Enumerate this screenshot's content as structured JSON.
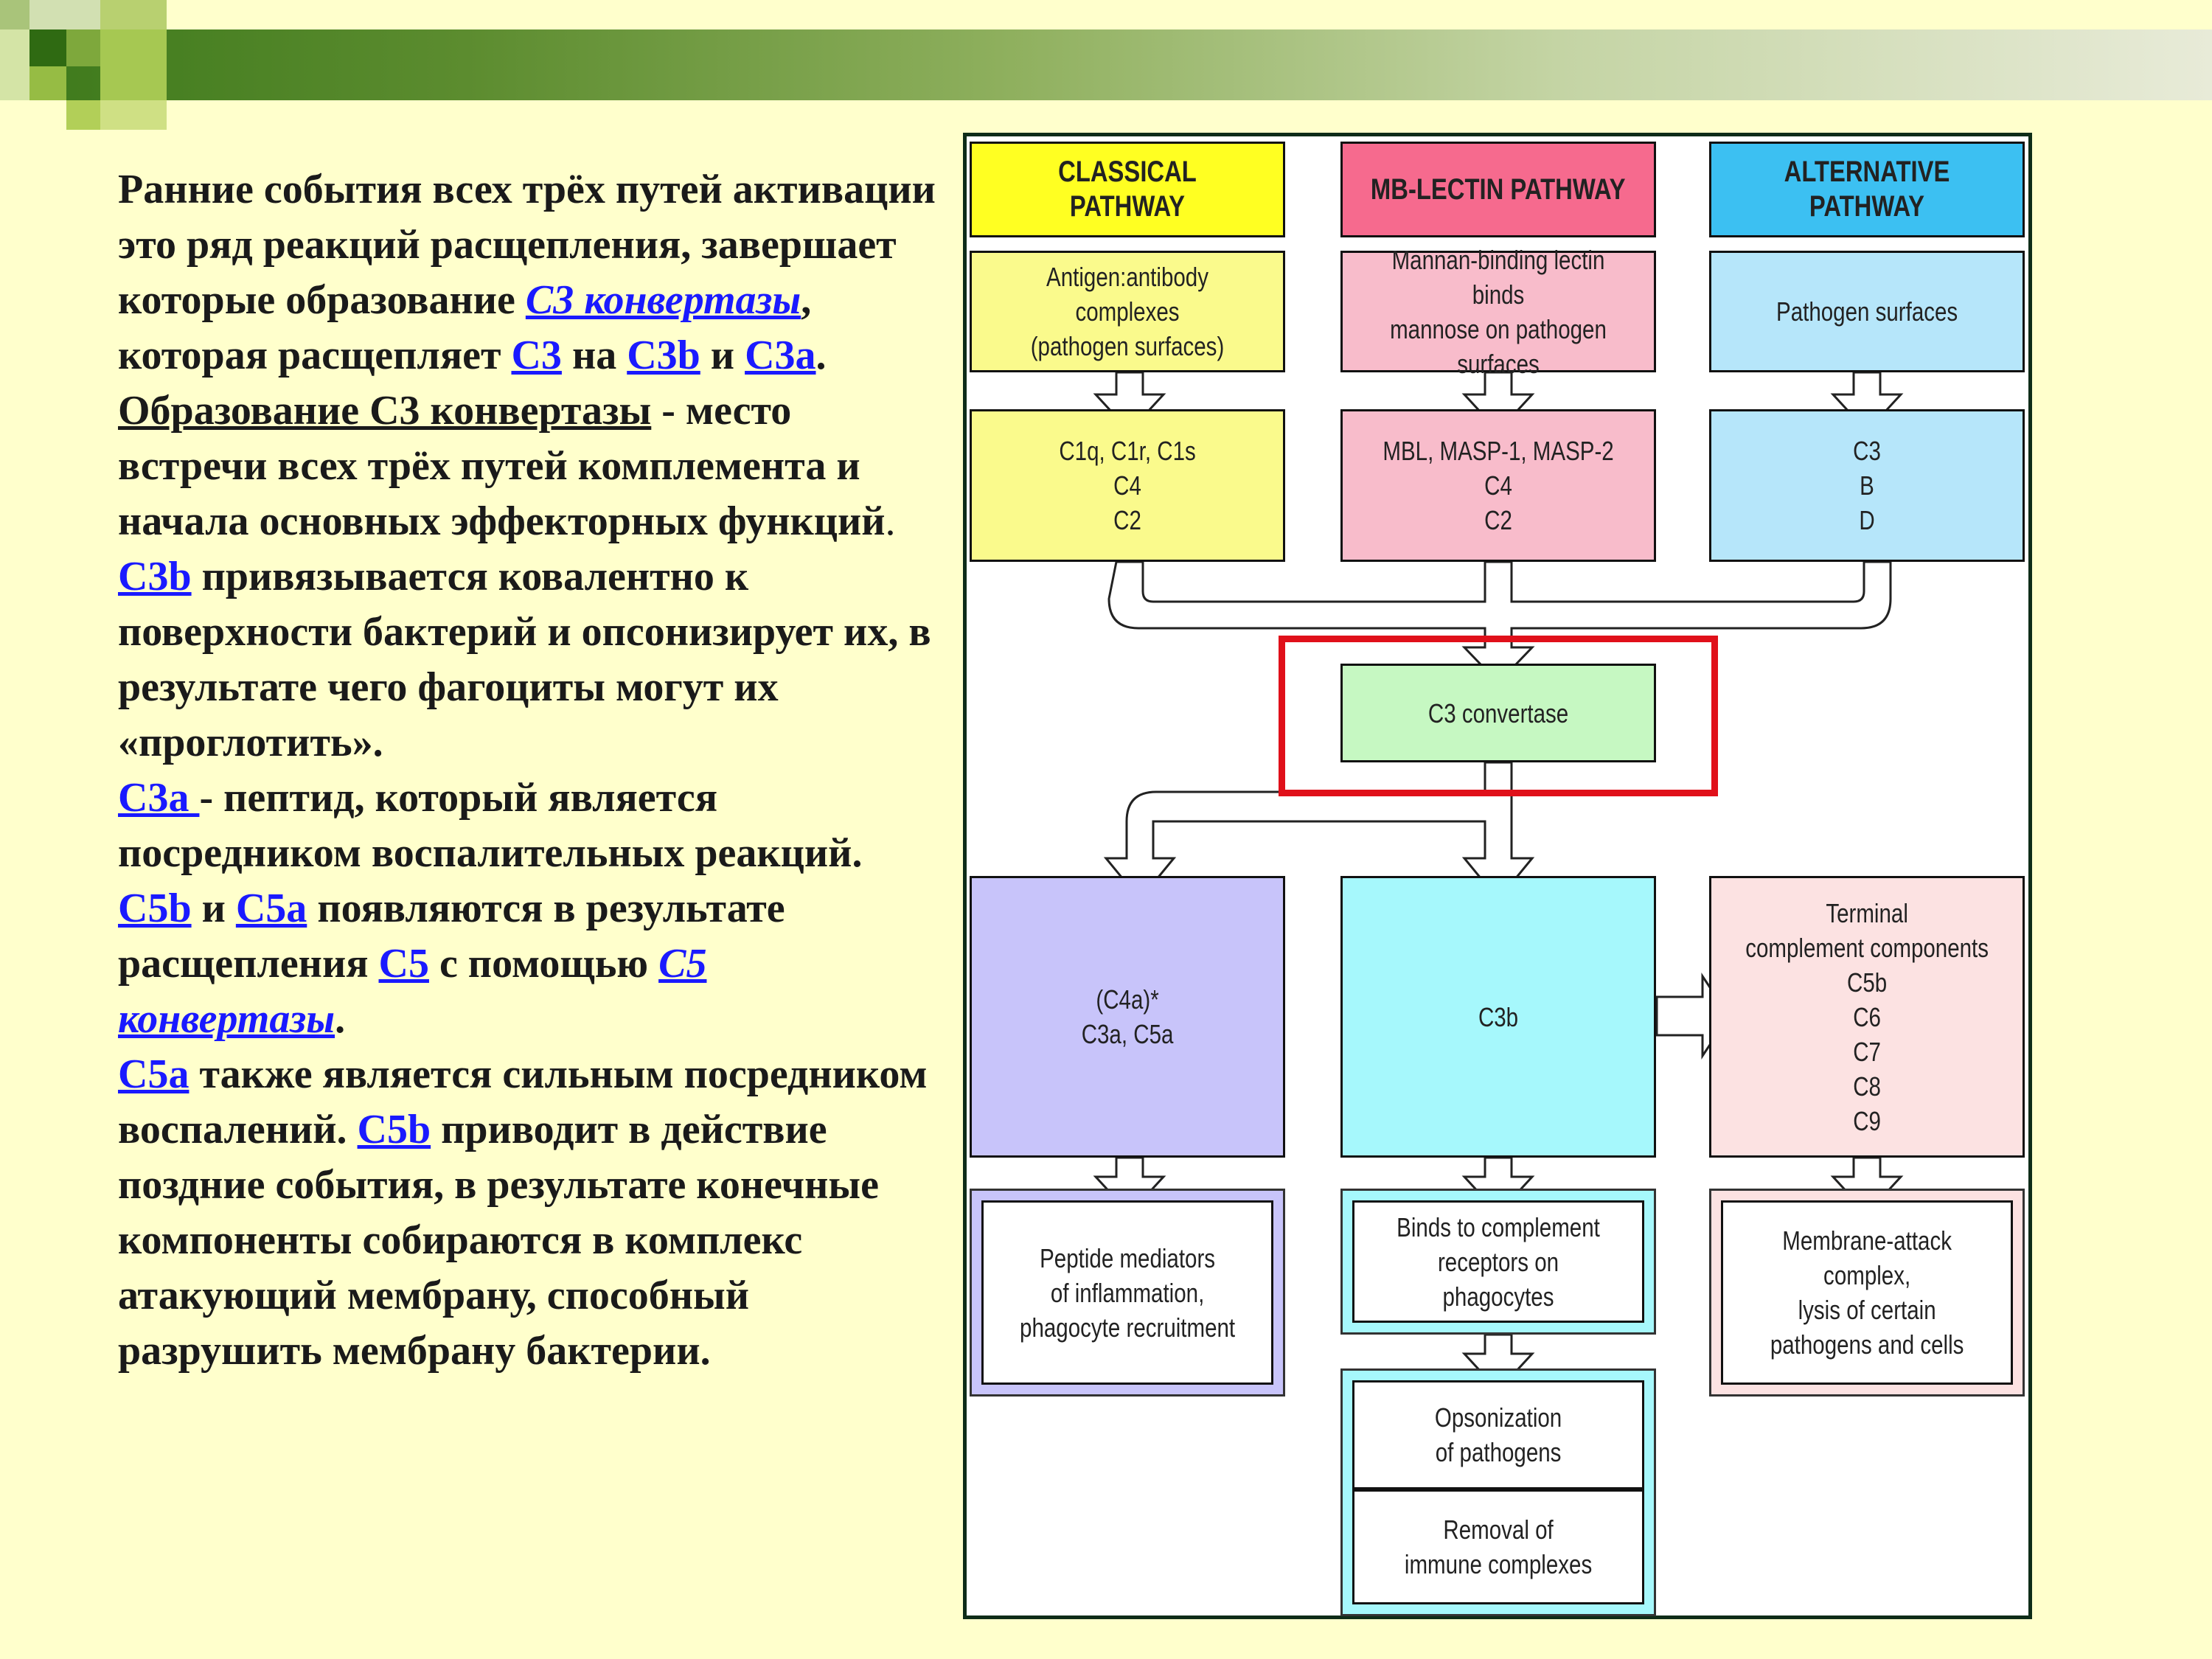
{
  "colors": {
    "background": "#ffffcc",
    "header_green": "#3e7a1c",
    "link": "#1a1aff",
    "highlight": "#e0101a",
    "classical": "#ffff22",
    "lectin": "#f66a8e",
    "alternative": "#3cc0f2"
  },
  "text": {
    "p1_a": "Ранние события всех трёх путей активации это ряд реакций расщепления, завершает которые образование ",
    "p1_link_c3conv": "С3 конвертазы",
    "p1_b": ", которая расщепляет ",
    "p1_link_c3": "С3",
    "p1_c": " на ",
    "p1_link_c3b": "С3b",
    "p1_d": " и ",
    "p1_link_c3a": "С3a",
    "p1_e": ".",
    "p2_und": "Образование С3 конвертазы",
    "p2_b": " - место встречи всех трёх путей комплемента и начала основных эффекторных функций",
    "p2_dot": ".",
    "p3_link_c3b": "С3b",
    "p3_b": " привязывается ковалентно к поверхности бактерий и опсонизирует их, в результате чего фагоциты могут их «проглотить».",
    "p4_link_c3a": "С3a ",
    "p4_b": "- пептид, который является посредником воспалительных реакций. ",
    "p4_link_c5b": "C5b",
    "p4_c": " и ",
    "p4_link_c5a": "C5a",
    "p4_d": " появляются в результате расщепления ",
    "p4_link_c5": "C5",
    "p4_e": " с помощью ",
    "p4_link_c5conv": "С5 конвертазы",
    "p4_f": ".",
    "p5_link_c5a": "C5a",
    "p5_b": " также является сильным посредником воспалений. ",
    "p5_link_c5b": "C5b",
    "p5_c": " приводит в действие поздние события, в результате конечные компоненты собираются в комплекс атакующий мембрану, способный разрушить мембрану бактерии."
  },
  "diagram": {
    "classical_header": "CLASSICAL PATHWAY",
    "lectin_header": "MB-LECTIN PATHWAY",
    "alternative_header": "ALTERNATIVE PATHWAY",
    "classical_trigger": "Antigen:antibody complexes\n(pathogen surfaces)",
    "lectin_trigger": "Mannan-binding lectin binds\nmannose on pathogen surfaces",
    "alternative_trigger": "Pathogen surfaces",
    "classical_components": "C1q, C1r, C1s\nC4\nC2",
    "lectin_components": "MBL, MASP-1, MASP-2\nC4\nC2",
    "alternative_components": "C3\nB\nD",
    "convertase": "C3 convertase",
    "mediators": "(C4a)*\nC3a, C5a",
    "c3b": "C3b",
    "terminal": "Terminal\ncomplement components\nC5b\nC6\nC7\nC8\nC9",
    "inflammation": "Peptide mediators\nof inflammation,\nphagocyte recruitment",
    "binds": "Binds to complement\nreceptors on phagocytes",
    "mac": "Membrane-attack\ncomplex,\nlysis of certain\npathogens and cells",
    "opsonization": "Opsonization\nof pathogens",
    "removal": "Removal of\nimmune complexes"
  }
}
